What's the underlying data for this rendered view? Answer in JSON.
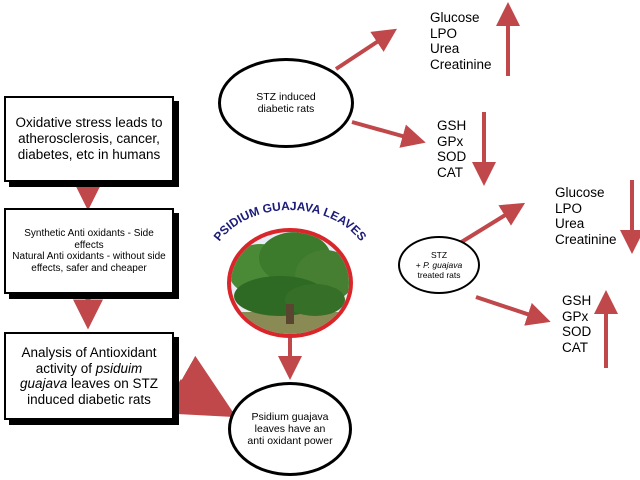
{
  "flow_boxes": [
    {
      "text": "Oxidative stress leads to atherosclerosis, cancer, diabetes, etc in humans"
    },
    {
      "line1": "Synthetic Anti oxidants - Side effects",
      "line2": "Natural Anti oxidants - without side effects, safer and cheaper"
    },
    {
      "part1": "Analysis of Antioxidant activity of ",
      "italic": "psiduim guajava",
      "part2": " leaves on STZ induced diabetic rats"
    }
  ],
  "ellipses": {
    "stz_induced": "STZ induced diabetic rats",
    "stz_treated": {
      "line1": "STZ",
      "line2_prefix": "+ ",
      "line2_italic": "P. guajava",
      "line3": "treated rats"
    },
    "conclusion": "Psidium guajava leaves have an anti oxidant power"
  },
  "center_title": "PSIDIUM GUAJAVA LEAVES",
  "lists": {
    "induced_up": [
      "Glucose",
      "LPO",
      "Urea",
      "Creatinine"
    ],
    "induced_down": [
      "GSH",
      "GPx",
      "SOD",
      "CAT"
    ],
    "treated_down": [
      "Glucose",
      "LPO",
      "Urea",
      "Creatinine"
    ],
    "treated_up": [
      "GSH",
      "GPx",
      "SOD",
      "CAT"
    ]
  },
  "colors": {
    "arrow": "#c0474a",
    "title": "#1b1b7a",
    "ring": "#d9262b",
    "foliage": "#3c7a2c",
    "sky": "#e8eef6"
  },
  "icons": {
    "tree_photo": "guava-tree-image"
  }
}
